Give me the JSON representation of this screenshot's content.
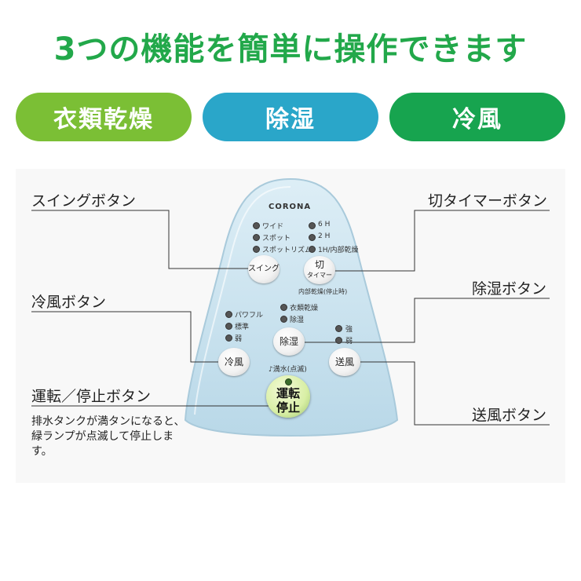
{
  "headline": "3つの機能を簡単に操作できます",
  "modes": [
    "衣類乾燥",
    "除湿",
    "冷風"
  ],
  "brand": "CORONA",
  "callouts": {
    "swing": "スイングボタン",
    "timer": "切タイマーボタン",
    "cool": "冷風ボタン",
    "dehumid": "除湿ボタン",
    "power": "運転／停止ボタン",
    "fan": "送風ボタン",
    "power_note": "排水タンクが満タンになると、緑ランプが点滅して停止します。"
  },
  "panel": {
    "swing_leds": [
      "ワイド",
      "スポット",
      "スポットリズム"
    ],
    "timer_leds": [
      "6 H",
      "2 H",
      "1H/内部乾燥"
    ],
    "swing_btn": "スイング",
    "timer_btn_top": "切",
    "timer_btn_bottom": "タイマー",
    "timer_caption": "内部乾燥(停止時)",
    "mode_leds": [
      "衣類乾燥",
      "除湿"
    ],
    "cool_leds": [
      "パワフル",
      "標準",
      "弱"
    ],
    "fan_leds": [
      "強",
      "弱"
    ],
    "dehumid_btn": "除湿",
    "cool_btn": "冷風",
    "fan_btn": "送風",
    "water_label": "♪満水(点滅)",
    "power_btn_top": "運転",
    "power_btn_bottom": "停止"
  },
  "colors": {
    "headline_green": "#22a84a",
    "mode_1": "#7bbf35",
    "mode_2": "#2aa6c9",
    "mode_3": "#17a44f",
    "panel_blue": "#c9e3ef"
  }
}
